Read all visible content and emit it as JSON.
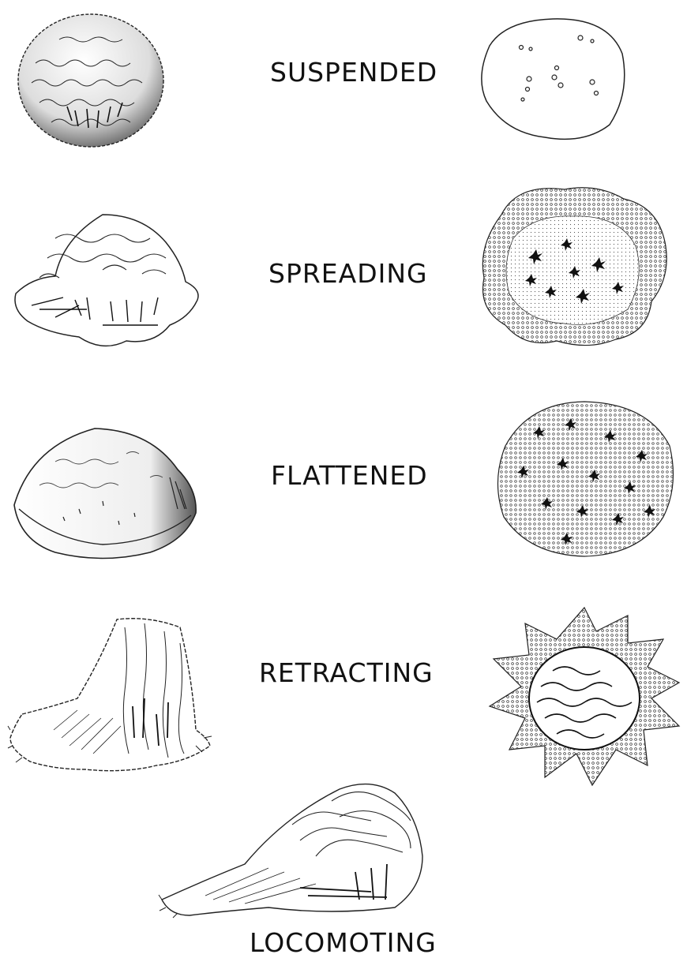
{
  "stages": [
    {
      "id": "suspended",
      "label": "SUSPENDED"
    },
    {
      "id": "spreading",
      "label": "SPREADING"
    },
    {
      "id": "flattened",
      "label": "FLATTENED"
    },
    {
      "id": "retracting",
      "label": "RETRACTING"
    },
    {
      "id": "locomoting",
      "label": "LOCOMOTING"
    }
  ],
  "colors": {
    "ink": "#111111",
    "paper": "#ffffff"
  }
}
